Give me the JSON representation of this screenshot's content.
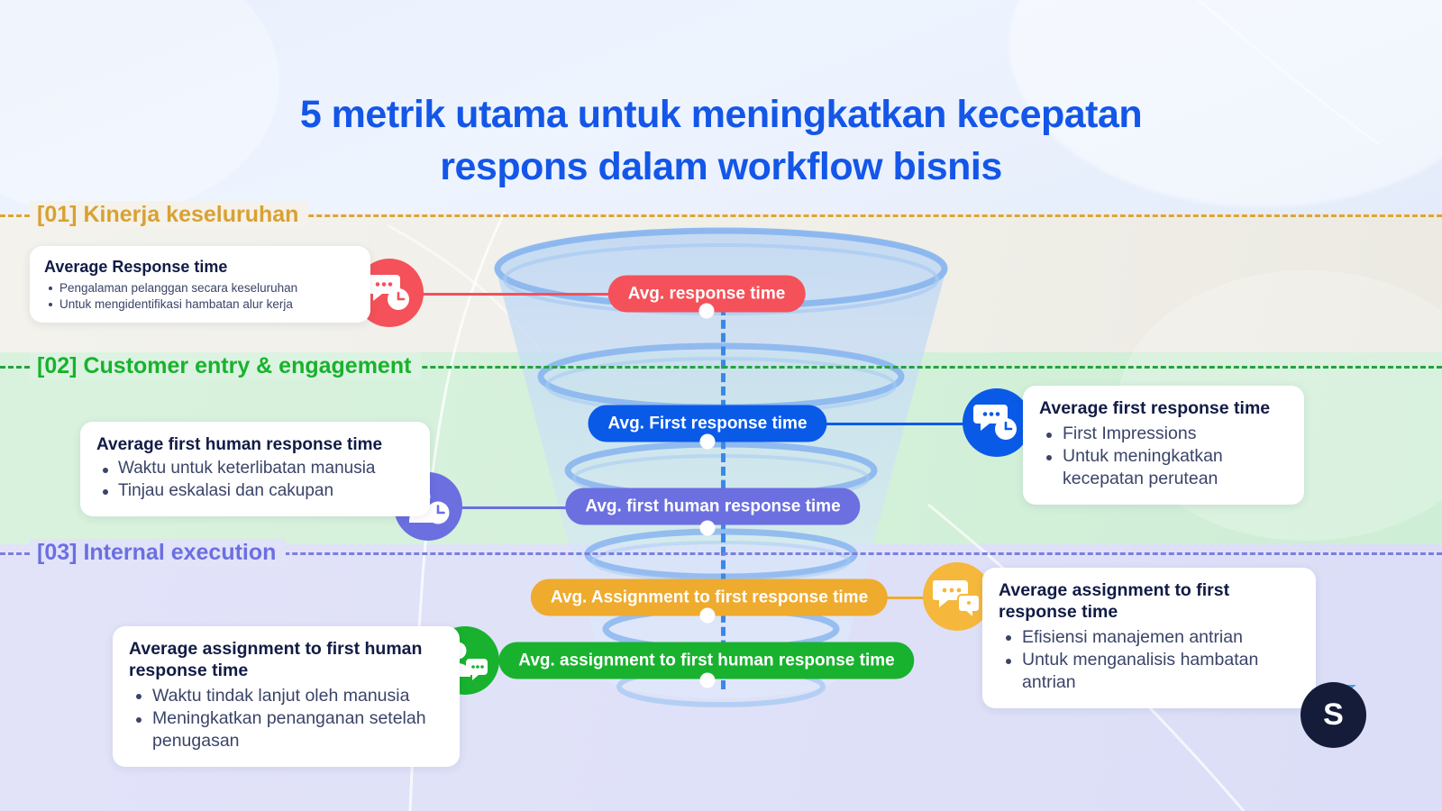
{
  "title": {
    "line1": "5 metrik utama untuk meningkatkan kecepatan",
    "line2": "respons dalam workflow bisnis",
    "color": "#1356e8"
  },
  "sections": [
    {
      "num": "[01]",
      "label": "Kinerja keseluruhan",
      "color": "#d9a132"
    },
    {
      "num": "[02]",
      "label": "Customer entry & engagement",
      "color": "#18b22e"
    },
    {
      "num": "[03]",
      "label": "Internal execution",
      "color": "#6b6fe0"
    }
  ],
  "pills": [
    {
      "text": "Avg. response time",
      "color": "#f4515a"
    },
    {
      "text": "Avg. First response time",
      "color": "#0a5ae8"
    },
    {
      "text": "Avg. first human response time",
      "color": "#6b6fe0"
    },
    {
      "text": "Avg. Assignment to first response time",
      "color": "#eeab2e"
    },
    {
      "text": "Avg. assignment to first human response time",
      "color": "#18b22e"
    }
  ],
  "cards": [
    {
      "title": "Average Response time",
      "bullets": [
        "Pengalaman pelanggan secara keseluruhan",
        "Untuk mengidentifikasi hambatan alur kerja"
      ],
      "icon": "chat-bubble-clock-icon",
      "color": "#f4515a"
    },
    {
      "title": "Average first human response time",
      "bullets": [
        "Waktu untuk keterlibatan manusia",
        "Tinjau eskalasi dan cakupan"
      ],
      "icon": "person-clock-icon",
      "color": "#6b6fe0"
    },
    {
      "title": "Average first response time",
      "bullets": [
        "First Impressions",
        "Untuk meningkatkan kecepatan perutean"
      ],
      "icon": "chat-bubble-clock-icon",
      "color": "#0a5ae8"
    },
    {
      "title": "Average assignment to first response time",
      "bullets": [
        "Efisiensi manajemen antrian",
        "Untuk menganalisis hambatan antrian"
      ],
      "icon": "double-chat-bubble-icon",
      "color": "#f5b83c"
    },
    {
      "title": "Average assignment to first human response time",
      "bullets": [
        "Waktu tindak lanjut oleh manusia",
        "Meningkatkan penanganan setelah penugasan"
      ],
      "icon": "person-chat-icon",
      "color": "#18b22e"
    }
  ],
  "logo": {
    "letter": "S",
    "bg": "#141c3a",
    "accent": "#4a9fe0"
  },
  "funnel": {
    "ring_color": "#8ab6ee",
    "body_color": "#c3daf5",
    "center_line_color": "#3b88e8",
    "rings": 5
  }
}
